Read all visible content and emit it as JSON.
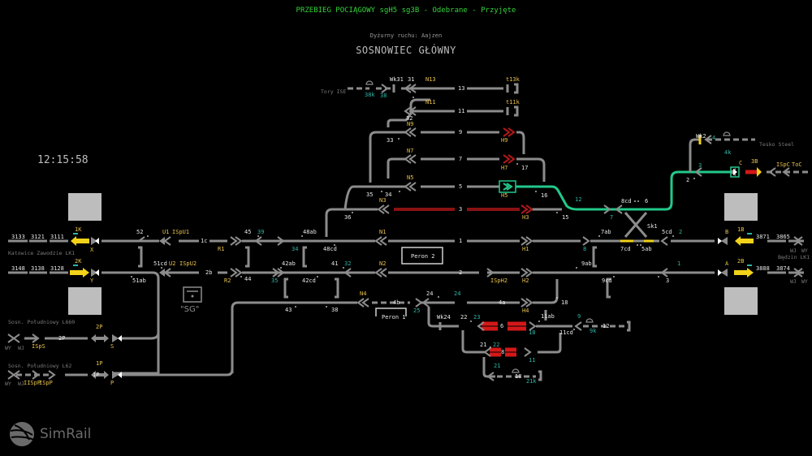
{
  "header": {
    "route_status": "PRZEBIEG POCIĄGOWY sgH5 sg3B - Odebrane - Przyjęte",
    "dispatcher": "Dyżurny ruchu: Aajzen",
    "station": "SOSNOWIEC GŁÓWNY"
  },
  "clock": "12:15:58",
  "logo": "SimRail",
  "colors": {
    "track": "#8c8c8c",
    "route_set": "#22c98a",
    "occupied": "#c81818",
    "signal_label": "#e8c24a",
    "point_label": "#2fb5a5",
    "text": "#e6e6e6",
    "dim_text": "#7a7a7a",
    "header_green": "#35d23a",
    "yellow_block": "#f2d21a"
  },
  "lines": {
    "left_top": "Katowice Zawodzie LK1",
    "right_top": "Będzin LK1",
    "left_l660": "Sosn. Południowy L660",
    "left_l62": "Sosn. Południowy L62",
    "tory_ise": "Tory ISE",
    "tesko": "Tesko Steel"
  },
  "platforms": {
    "p1": "Peron 1",
    "p2": "Peron 2"
  },
  "sg_label": "\"SG\"",
  "blocks_left_top": [
    "3133",
    "3121",
    "3111"
  ],
  "blocks_left_bottom": [
    "3148",
    "3138",
    "3128"
  ],
  "blocks_right_top": [
    "3871",
    "3865"
  ],
  "blocks_right_bottom": [
    "3888",
    "3874"
  ],
  "signals": {
    "1K": "1K",
    "2K": "2K",
    "X": "X",
    "Y": "Y",
    "U1": "U1",
    "ISpU1": "ISpU1",
    "U2": "U2",
    "ISpU2": "ISpU2",
    "R1": "R1",
    "R2": "R2",
    "N1": "N1",
    "N2": "N2",
    "N3": "N3",
    "N4": "N4",
    "N5": "N5",
    "N7": "N7",
    "N9": "N9",
    "N11": "N11",
    "N13": "N13",
    "H1": "H1",
    "H2": "H2",
    "H3": "H3",
    "H4": "H4",
    "H5": "H5",
    "H7": "H7",
    "H9": "H9",
    "ISpH2": "ISpH2",
    "A": "A",
    "B": "B",
    "C": "C",
    "1B": "1B",
    "2B": "2B",
    "3B": "3B",
    "ISpC": "ISpC",
    "ToC": "ToC",
    "2P": "2P",
    "1P": "1P",
    "S": "S",
    "P": "P",
    "ISpS": "ISpS",
    "IISpP": "IISpP",
    "ISpP": "ISpP",
    "t13k": "t13k",
    "t11k": "t11k"
  },
  "track_numbers": [
    "1",
    "2",
    "3",
    "5",
    "7",
    "9",
    "11",
    "13",
    "6",
    "8",
    "4a",
    "4b",
    "1c",
    "2b",
    "52",
    "18",
    "12",
    "16",
    "17",
    "15",
    "31",
    "32",
    "33",
    "34",
    "35",
    "36",
    "38",
    "41",
    "43",
    "44",
    "45",
    "21",
    "22",
    "24",
    "2P",
    "1P",
    "Wk31",
    "Wk2",
    "Wk24",
    "Sk1"
  ],
  "switches": {
    "s39": "39",
    "s34": "34",
    "s35": "35",
    "s32": "32",
    "s12": "12",
    "s7": "7",
    "s8": "8",
    "s2": "2",
    "s1": "1",
    "s3": "3",
    "s4": "4",
    "s4k": "4k",
    "s38k": "38k",
    "s38": "38",
    "s25": "25",
    "s24": "24",
    "s23": "23",
    "s22": "22",
    "s21": "21",
    "s21k": "21k",
    "s18": "18",
    "s11": "11",
    "s9": "9",
    "s9k": "9k"
  },
  "point_labels": {
    "48ab": "48ab",
    "48cd": "48cd",
    "42ab": "42ab",
    "42cd": "42cd",
    "51cd": "51cd",
    "51ab": "51ab",
    "7ab": "7ab",
    "7cd": "7cd",
    "5ab": "5ab",
    "5cd": "5cd",
    "8cd": "8cd",
    "6": "6",
    "9ab": "9ab",
    "9cd": "9cd",
    "11ab": "11ab",
    "11cd": "11cd",
    "3": "3",
    "2": "2",
    "17": "17",
    "16": "16",
    "15": "15",
    "18": "18",
    "21": "21",
    "22": "22",
    "24": "24",
    "33": "33",
    "34": "34",
    "35": "35",
    "36": "36",
    "38": "38",
    "41": "41",
    "43": "43",
    "44": "44",
    "45": "45",
    "52": "52",
    "31": "31",
    "32": "32"
  },
  "wj": "WJ",
  "wy": "WY"
}
